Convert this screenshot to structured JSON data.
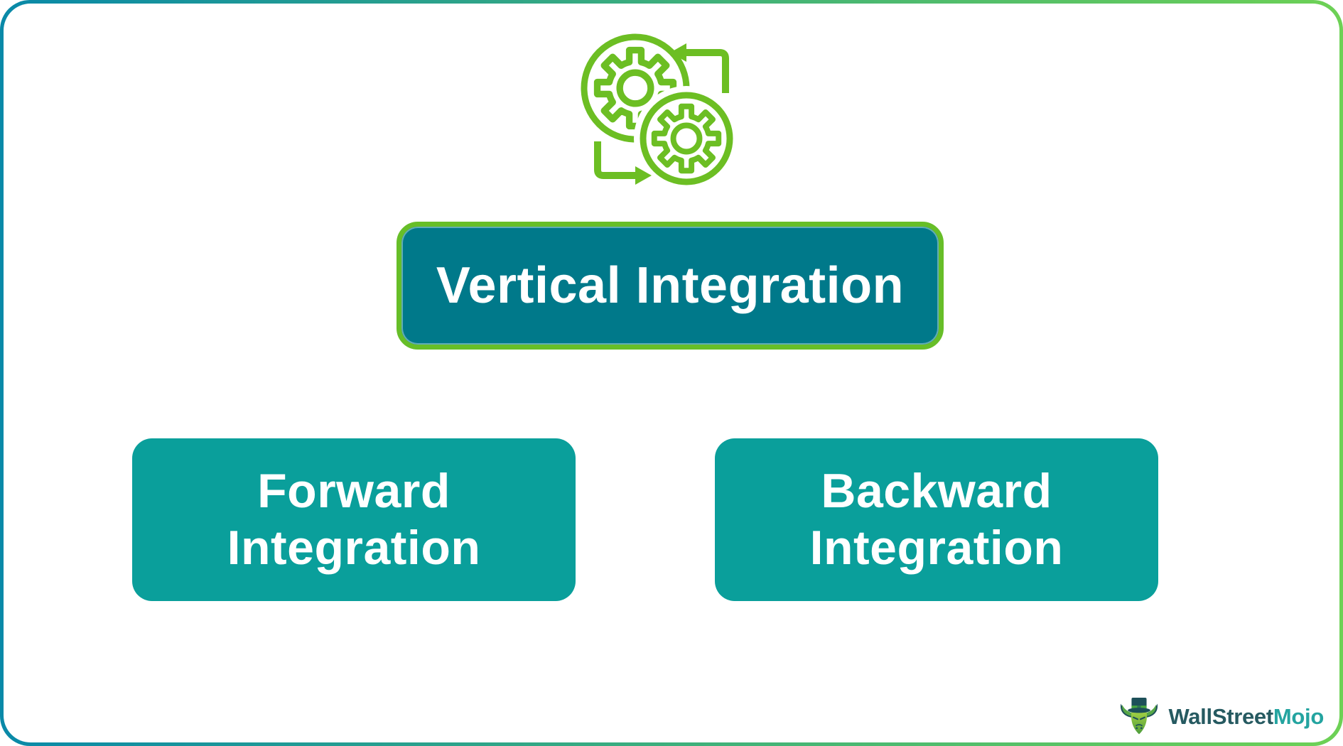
{
  "page": {
    "type": "infographic",
    "frame": {
      "border_gradient_left": "#0989A8",
      "border_gradient_right": "#6DD155",
      "background": "#FFFFFF"
    }
  },
  "diagram": {
    "icon": {
      "name": "gears-process-icon",
      "color": "#6CBE23"
    },
    "root": {
      "label": "Vertical Integration",
      "bg_color": "#00798A",
      "border_color": "#67BE28",
      "text_color": "#FFFFFF"
    },
    "children": [
      {
        "label": "Forward Integration",
        "lines": [
          "Forward",
          "Integration"
        ]
      },
      {
        "label": "Backward Integration",
        "lines": [
          "Backward",
          "Integration"
        ]
      }
    ],
    "child_style": {
      "bg_color": "#0A9F9B",
      "text_color": "#FFFFFF"
    }
  },
  "branding": {
    "mascot": "bull-with-top-hat",
    "name_primary": "WallStreet",
    "name_secondary": "Mojo",
    "primary_color": "#265A61",
    "secondary_color": "#24A4A0"
  }
}
